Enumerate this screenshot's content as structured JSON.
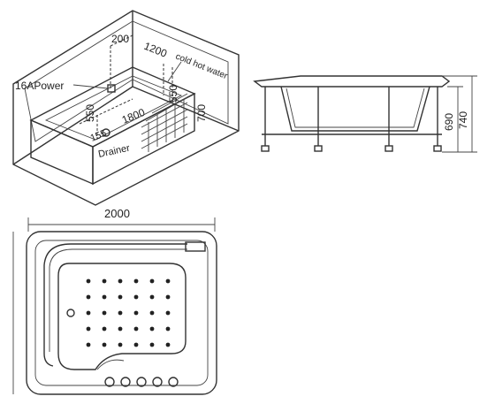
{
  "labels": {
    "power": "16APower",
    "water": "cold hot water",
    "drainer": "Drainer",
    "dim_200": "200",
    "dim_1200": "1200",
    "dim_550_left": "550",
    "dim_550_right": "550",
    "dim_1800": "1800",
    "dim_155": "155",
    "dim_700": "700",
    "dim_690": "690",
    "dim_740": "740",
    "dim_2000": "2000"
  },
  "jet_grid": {
    "columns": 6,
    "rows": 5
  },
  "front_buttons": 5
}
